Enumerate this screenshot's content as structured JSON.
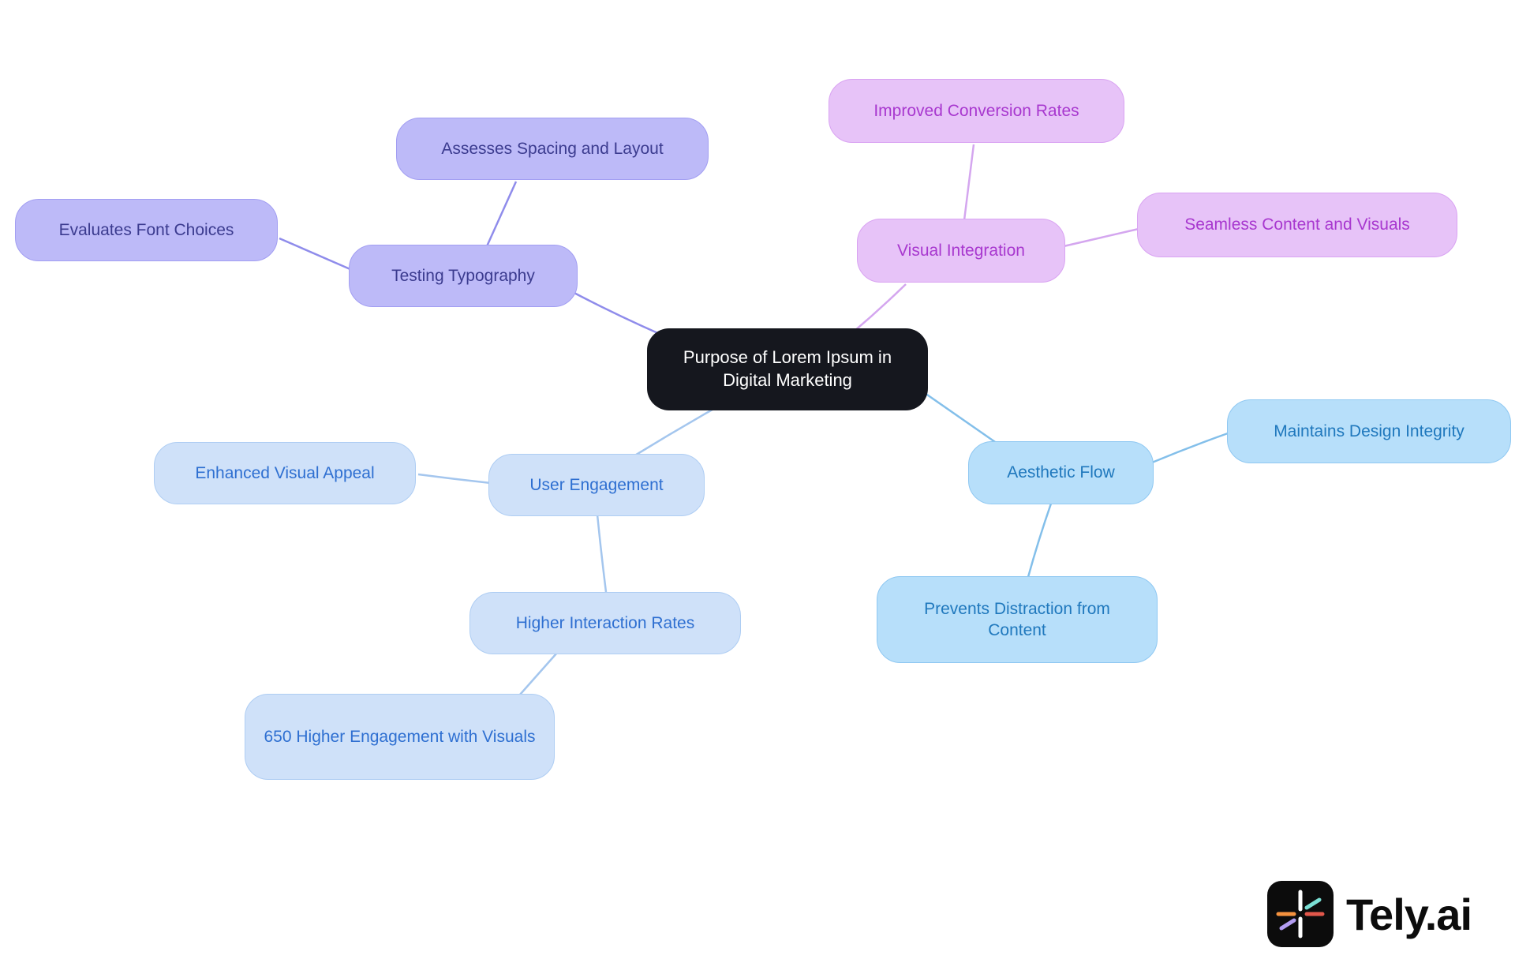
{
  "mindmap": {
    "central": {
      "label": "Purpose of Lorem Ipsum in Digital Marketing"
    },
    "branches": [
      {
        "label": "Testing Typography",
        "children": [
          {
            "label": "Assesses Spacing and Layout"
          },
          {
            "label": "Evaluates Font Choices"
          }
        ]
      },
      {
        "label": "Visual Integration",
        "children": [
          {
            "label": "Improved Conversion Rates"
          },
          {
            "label": "Seamless Content and Visuals"
          }
        ]
      },
      {
        "label": "User Engagement",
        "children": [
          {
            "label": "Enhanced Visual Appeal"
          },
          {
            "label": "Higher Interaction Rates",
            "children": [
              {
                "label": "650 Higher Engagement with Visuals"
              }
            ]
          }
        ]
      },
      {
        "label": "Aesthetic Flow",
        "children": [
          {
            "label": "Maintains Design Integrity"
          },
          {
            "label": "Prevents Distraction from Content"
          }
        ]
      }
    ],
    "colors": {
      "central_fill": "#15171e",
      "typography_fill": "#bdbaf8",
      "typography_edge": "#8f8ceb",
      "visual_fill": "#e7c3f8",
      "visual_edge": "#d4a6ef",
      "engagement_fill": "#cfe1f9",
      "engagement_edge": "#a4c6ee",
      "aesthetic_fill": "#b7dffa",
      "aesthetic_edge": "#83bfea"
    }
  },
  "logo": {
    "brand": "Tely.ai"
  }
}
